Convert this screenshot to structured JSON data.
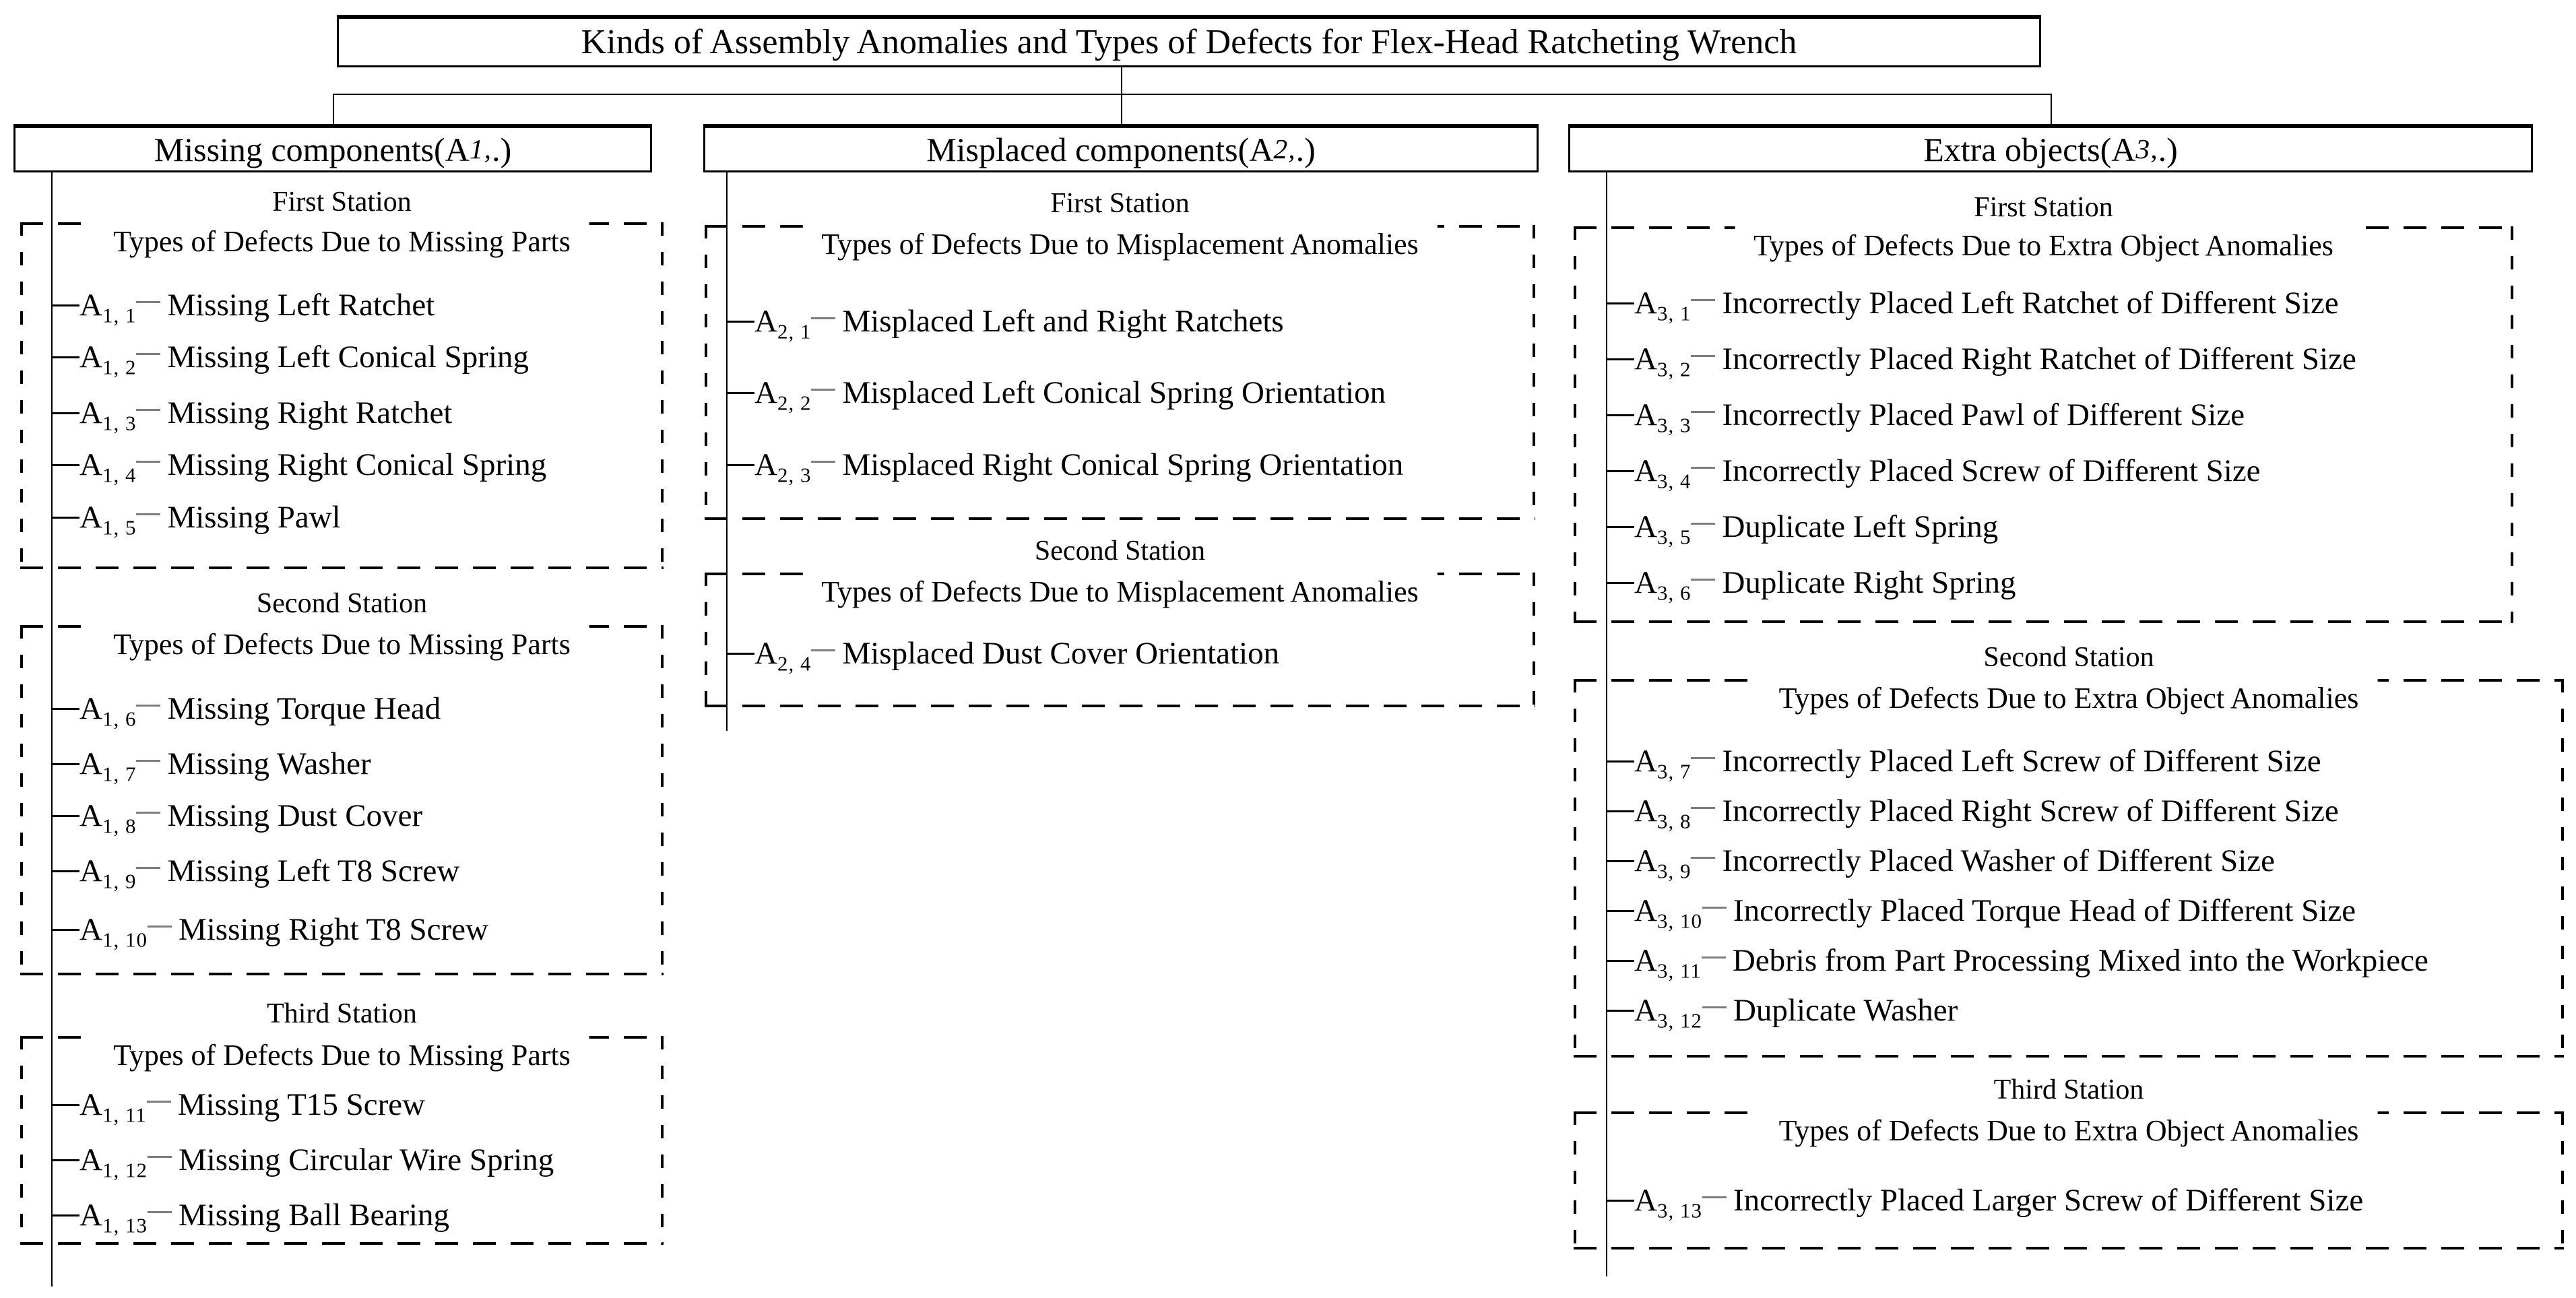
{
  "title": "Kinds of Assembly Anomalies and Types of Defects for Flex-Head Ratcheting Wrench",
  "colors": {
    "line": "#000000",
    "tick": "#7d7d7d",
    "background": "#ffffff"
  },
  "columns": [
    {
      "header": {
        "prefix": "Missing components(A",
        "sub": "1,",
        "suffix": " .)"
      },
      "stations": [
        {
          "label": "First Station",
          "box_title": "Types of Defects Due to Missing Parts",
          "items": [
            {
              "code_prefix": "A",
              "code_sub": "1, 1",
              "text": "Missing Left Ratchet"
            },
            {
              "code_prefix": "A",
              "code_sub": "1, 2",
              "text": "Missing Left Conical Spring"
            },
            {
              "code_prefix": "A",
              "code_sub": "1, 3",
              "text": "Missing Right Ratchet"
            },
            {
              "code_prefix": "A",
              "code_sub": "1, 4",
              "text": "Missing Right Conical Spring"
            },
            {
              "code_prefix": "A",
              "code_sub": "1, 5",
              "text": "Missing Pawl"
            }
          ]
        },
        {
          "label": "Second Station",
          "box_title": "Types of Defects Due to Missing Parts",
          "items": [
            {
              "code_prefix": "A",
              "code_sub": "1, 6",
              "text": "Missing Torque Head"
            },
            {
              "code_prefix": "A",
              "code_sub": "1, 7",
              "text": "Missing Washer"
            },
            {
              "code_prefix": "A",
              "code_sub": "1, 8",
              "text": "Missing Dust Cover"
            },
            {
              "code_prefix": "A",
              "code_sub": "1, 9",
              "text": "Missing Left T8 Screw"
            },
            {
              "code_prefix": "A",
              "code_sub": "1, 10",
              "text": "Missing Right T8 Screw"
            }
          ]
        },
        {
          "label": "Third Station",
          "box_title": "Types of Defects Due to Missing Parts",
          "items": [
            {
              "code_prefix": "A",
              "code_sub": "1, 11",
              "text": "Missing T15 Screw"
            },
            {
              "code_prefix": "A",
              "code_sub": "1, 12",
              "text": "Missing Circular Wire Spring"
            },
            {
              "code_prefix": "A",
              "code_sub": "1, 13",
              "text": "Missing Ball Bearing"
            }
          ]
        }
      ]
    },
    {
      "header": {
        "prefix": "Misplaced components(A",
        "sub": "2,",
        "suffix": " .)"
      },
      "stations": [
        {
          "label": "First Station",
          "box_title": "Types of Defects Due to Misplacement Anomalies",
          "items": [
            {
              "code_prefix": "A",
              "code_sub": "2, 1",
              "text": "Misplaced Left and Right Ratchets"
            },
            {
              "code_prefix": "A",
              "code_sub": "2, 2",
              "text": "Misplaced Left Conical Spring Orientation"
            },
            {
              "code_prefix": "A",
              "code_sub": "2, 3",
              "text": "Misplaced Right Conical Spring Orientation"
            }
          ]
        },
        {
          "label": "Second Station",
          "box_title": "Types of Defects Due to Misplacement Anomalies",
          "items": [
            {
              "code_prefix": "A",
              "code_sub": "2, 4",
              "text": "Misplaced Dust Cover Orientation"
            }
          ]
        }
      ]
    },
    {
      "header": {
        "prefix": "Extra objects(A",
        "sub": "3,",
        "suffix": " .)"
      },
      "stations": [
        {
          "label": "First Station",
          "box_title": "Types of Defects Due to Extra Object Anomalies",
          "items": [
            {
              "code_prefix": "A",
              "code_sub": "3, 1",
              "text": "Incorrectly Placed Left Ratchet of Different Size"
            },
            {
              "code_prefix": "A",
              "code_sub": "3, 2",
              "text": "Incorrectly Placed Right Ratchet of Different Size"
            },
            {
              "code_prefix": "A",
              "code_sub": "3, 3",
              "text": "Incorrectly Placed Pawl of Different Size"
            },
            {
              "code_prefix": "A",
              "code_sub": "3, 4",
              "text": "Incorrectly Placed Screw of Different Size"
            },
            {
              "code_prefix": "A",
              "code_sub": "3, 5",
              "text": "Duplicate Left Spring"
            },
            {
              "code_prefix": "A",
              "code_sub": "3, 6",
              "text": "Duplicate Right Spring"
            }
          ]
        },
        {
          "label": "Second Station",
          "box_title": "Types of Defects Due to Extra Object Anomalies",
          "items": [
            {
              "code_prefix": "A",
              "code_sub": "3, 7",
              "text": "Incorrectly Placed Left Screw of Different Size"
            },
            {
              "code_prefix": "A",
              "code_sub": "3, 8",
              "text": "Incorrectly Placed Right Screw of Different Size"
            },
            {
              "code_prefix": "A",
              "code_sub": "3, 9",
              "text": "Incorrectly Placed Washer of Different Size"
            },
            {
              "code_prefix": "A",
              "code_sub": "3, 10",
              "text": "Incorrectly Placed Torque Head of Different Size"
            },
            {
              "code_prefix": "A",
              "code_sub": "3, 11",
              "text": "Debris from Part Processing Mixed into the Workpiece"
            },
            {
              "code_prefix": "A",
              "code_sub": "3, 12",
              "text": "Duplicate Washer"
            }
          ]
        },
        {
          "label": "Third Station",
          "box_title": "Types of Defects Due to Extra Object Anomalies",
          "items": [
            {
              "code_prefix": "A",
              "code_sub": "3, 13",
              "text": "Incorrectly Placed Larger Screw of Different Size"
            }
          ]
        }
      ]
    }
  ]
}
